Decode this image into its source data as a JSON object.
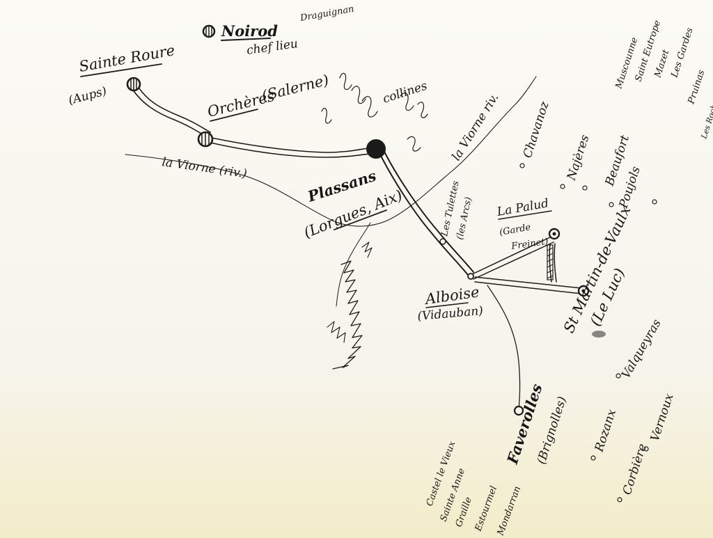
{
  "legend": {
    "title": "Noirod",
    "place": "Draguignan",
    "subtitle": "chef lieu"
  },
  "places": {
    "sainte_roure": "Sainte Roure",
    "sainte_roure_alt": "(Aups)",
    "orcheres": "Orchères",
    "orcheres_alt": "(Salerne)",
    "plassans": "Plassans",
    "plassans_alt": "(Lorgues, Aix)",
    "tulettes": "Les Tulettes",
    "tulettes_alt": "(les Arcs)",
    "la_palud": "La Palud",
    "la_palud_alt": "(Garde",
    "la_palud_alt2": "Freinet)",
    "alboise": "Alboise",
    "alboise_alt": "(Vidauban)",
    "st_martin": "St Martin-de-Vaulx",
    "st_martin_alt": "(Le Luc)",
    "faverolles": "Faverolles",
    "faverolles_alt": "(Brignolles)"
  },
  "rivers": {
    "viorne_lower": "la Viorne (riv.)",
    "viorne_upper": "la Viorne riv.",
    "collines": "collines"
  },
  "villages_right": [
    "Chavanoz",
    "Muscounne",
    "Saint Eutrope",
    "Mazet",
    "Les Gardes",
    "Pruinas",
    "Les Roches Noires",
    "Beaufort",
    "Poujols",
    "Najères",
    "Valqueyras",
    "Rozanx",
    "Vernoux",
    "Corbière"
  ],
  "villages_bottom": [
    "Castel le Vieux",
    "Sainte Anne",
    "Graille",
    "Estourmel",
    "Mondarran"
  ]
}
